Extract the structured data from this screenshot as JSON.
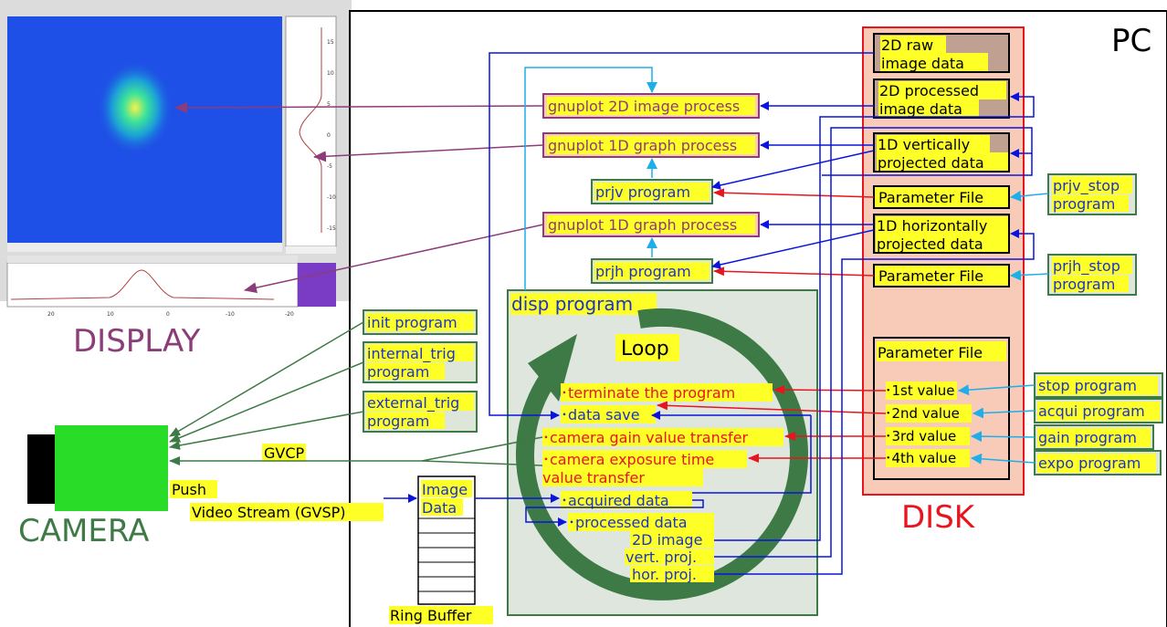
{
  "pc": {
    "label": "PC"
  },
  "disk": {
    "label": "DISK"
  },
  "display": {
    "label": "DISPLAY",
    "bottom_ticks": [
      "20",
      "10",
      "0",
      "-10",
      "-20"
    ],
    "right_ticks": [
      "15",
      "10",
      "5",
      "0",
      "-5",
      "-10",
      "-15"
    ]
  },
  "camera": {
    "label": "CAMERA"
  },
  "data_files": {
    "raw": [
      "2D raw",
      "image data"
    ],
    "processed": [
      "2D processed",
      "image data"
    ],
    "vproj": [
      "1D vertically",
      "projected data"
    ],
    "hproj": [
      "1D horizontally",
      "projected data"
    ],
    "param_v": "Parameter File",
    "param_h": "Parameter File"
  },
  "param_file": {
    "title": "Parameter File",
    "values": [
      "･1st value",
      "･2nd value",
      "･3rd value",
      "･4th value"
    ]
  },
  "processes": {
    "gp2d": "gnuplot 2D image process",
    "gp1d_v": "gnuplot 1D graph process",
    "gp1d_h": "gnuplot 1D graph process",
    "prjv": "prjv program",
    "prjh": "prjh program"
  },
  "stop_programs": {
    "prjv_stop": [
      "prjv_stop",
      "program"
    ],
    "prjh_stop": [
      "prjh_stop",
      "program"
    ]
  },
  "control_programs": [
    "stop program",
    "acqui program",
    "gain program",
    "expo program"
  ],
  "camera_programs": {
    "init": "init program",
    "internal_trig": [
      "internal_trig",
      "program"
    ],
    "external_trig": [
      "external_trig",
      "program"
    ]
  },
  "disp": {
    "title": "disp program",
    "loop": "Loop",
    "terminate": "･terminate the program",
    "data_save": "･data save",
    "gain_transfer": "･camera gain value transfer",
    "expo_transfer": [
      "･camera exposure time",
      " value transfer"
    ],
    "acquired": "･acquired data",
    "processed": "･processed data",
    "outputs": [
      "2D image",
      "vert. proj.",
      "hor. proj."
    ]
  },
  "links": {
    "gvcp": "GVCP",
    "push": "Push",
    "video": "Video Stream (GVSP)"
  },
  "ring_buffer": {
    "title": [
      "Image",
      "Data"
    ],
    "label": "Ring Buffer"
  },
  "colors": {
    "blue": "#0a14dc",
    "red": "#e8141e",
    "cyan": "#1eaee8",
    "green": "#3d7a45",
    "purple": "#8c3c78",
    "disk": "#f8cab8"
  }
}
